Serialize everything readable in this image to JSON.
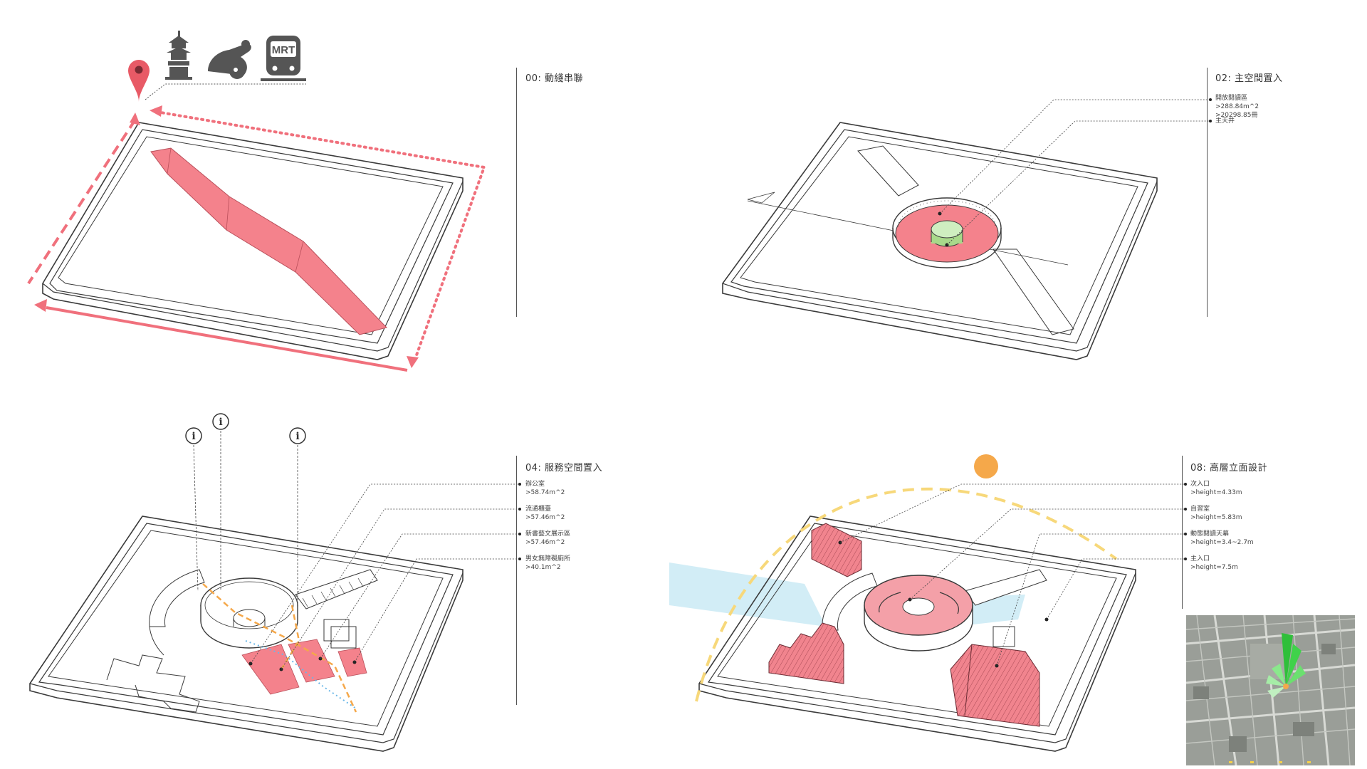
{
  "panels": [
    {
      "id": "p00",
      "title": "00: 動綫串聯",
      "notes": []
    },
    {
      "id": "p02",
      "title": "02: 主空間置入",
      "notes": [
        {
          "label": "開放閱讀區",
          "lines": [
            ">288.84m^2",
            ">20298.85冊"
          ]
        },
        {
          "label": "主天井",
          "lines": []
        }
      ]
    },
    {
      "id": "p04",
      "title": "04: 服務空間置入",
      "notes": [
        {
          "label": "辦公室",
          "lines": [
            ">58.74m^2"
          ]
        },
        {
          "label": "流通櫃臺",
          "lines": [
            ">57.46m^2"
          ]
        },
        {
          "label": "新書藝文展示區",
          "lines": [
            ">57.46m^2"
          ]
        },
        {
          "label": "男女無障礙廁所",
          "lines": [
            ">40.1m^2"
          ]
        }
      ]
    },
    {
      "id": "p08",
      "title": "08: 高層立面設計",
      "notes": [
        {
          "label": "次入口",
          "lines": [
            ">height=4.33m"
          ]
        },
        {
          "label": "自習室",
          "lines": [
            ">height=5.83m"
          ]
        },
        {
          "label": "動態閱讀天幕",
          "lines": [
            ">height=3.4~2.7m"
          ]
        },
        {
          "label": "主入口",
          "lines": [
            ">height=7.5m"
          ]
        }
      ]
    }
  ],
  "icons": {
    "mrt_label": "MRT",
    "info_glyph": "i"
  },
  "colors": {
    "pink": "#f4828c",
    "pink_dash": "#f0707c",
    "green": "#a8d98a",
    "sun": "#f5a84a",
    "sun_path": "#f7d87a",
    "sky": "#bfe6f2",
    "line": "#3a3a3a"
  }
}
